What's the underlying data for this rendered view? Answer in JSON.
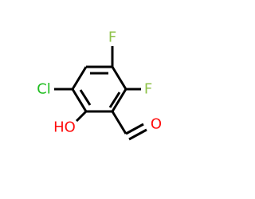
{
  "molecule": {
    "atoms": {
      "chlorine": "Cl",
      "fluorine_top": "F",
      "fluorine_right": "F",
      "hydroxyl": "HO",
      "oxygen": "O"
    },
    "colors": {
      "bond": "#000000",
      "chlorine": "#1fbd1f",
      "fluorine": "#8fc24a",
      "oxygen": "#ff0d0d"
    }
  }
}
